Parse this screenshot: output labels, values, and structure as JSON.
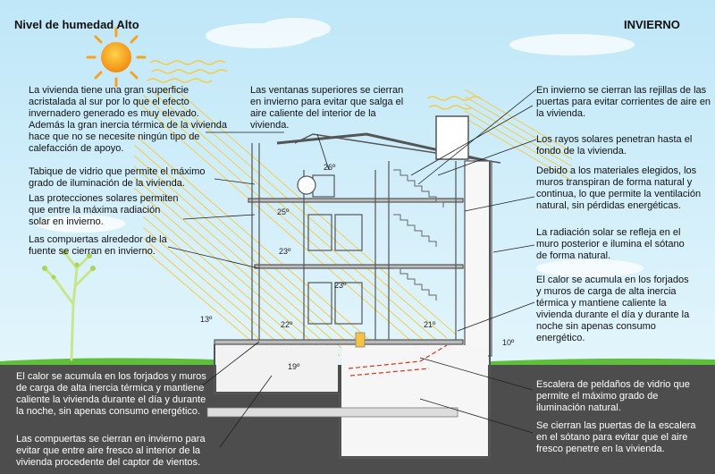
{
  "header": {
    "title_left": "Nivel de humedad Alto",
    "title_right": "INVIERNO"
  },
  "icons": {
    "sun": "sun-icon",
    "tree": "tree-icon"
  },
  "colors": {
    "sky": "#c9ecf9",
    "ground": "#4d4d4d",
    "sun": "#f7a31c",
    "sunrays": "#f5cc4a",
    "grass": "#5fbf3a",
    "structure": "#555555"
  },
  "left_notes": [
    "La vivienda tiene una gran superficie acristalada al sur por lo que el efecto invernadero generado es muy elevado. Además la gran inercia térmica de la vivienda hace que no se necesite ningún tipo de calefacción de apoyo.",
    "Tabique de vidrio que permite el máximo grado de iluminación de la vivienda.",
    "Las protecciones solares permiten que entre la máxima radiación solar en invierno.",
    "Las compuertas alrededor de la fuente se cierran en invierno."
  ],
  "center_note": "Las ventanas superiores se cierran en invierno para evitar que salga el aire caliente del interior de la vivienda.",
  "right_notes": [
    "En invierno se cierran las rejillas de las puertas para evitar corrientes de aire en la vivienda.",
    "Los rayos solares penetran hasta el fondo de la vivienda.",
    "Debido a los materiales elegidos, los muros transpiran de forma natural y continua, lo que permite la ventilación natural, sin pérdidas energéticas.",
    "La radiación solar se refleja en el muro posterior e ilumina el sótano de forma natural.",
    "El calor se acumula en los forjados y muros de carga de alta inercia térmica y mantiene caliente la vivienda durante el día y durante la noche sin apenas consumo energético."
  ],
  "bottom_left_notes": [
    "El calor se acumula en los forjados y muros de carga de alta inercia térmica y mantiene caliente la vivienda durante el día y durante la noche, sin apenas consumo energético.",
    "Las compuertas se cierran en invierno para evitar que entre aire fresco al interior de la vivienda procedente del captor de vientos."
  ],
  "bottom_right_notes": [
    "Escalera de peldaños de vidrio que permite el máximo grado de iluminación natural.",
    "Se cierran las puertas de la escalera en el sótano para evitar que el aire fresco penetre en la vivienda."
  ],
  "temperatures": {
    "t26": "26º",
    "t25": "25º",
    "t23a": "23º",
    "t23b": "23º",
    "t22": "22º",
    "t21": "21º",
    "t19": "19º",
    "t13": "13º",
    "t10": "10º"
  }
}
